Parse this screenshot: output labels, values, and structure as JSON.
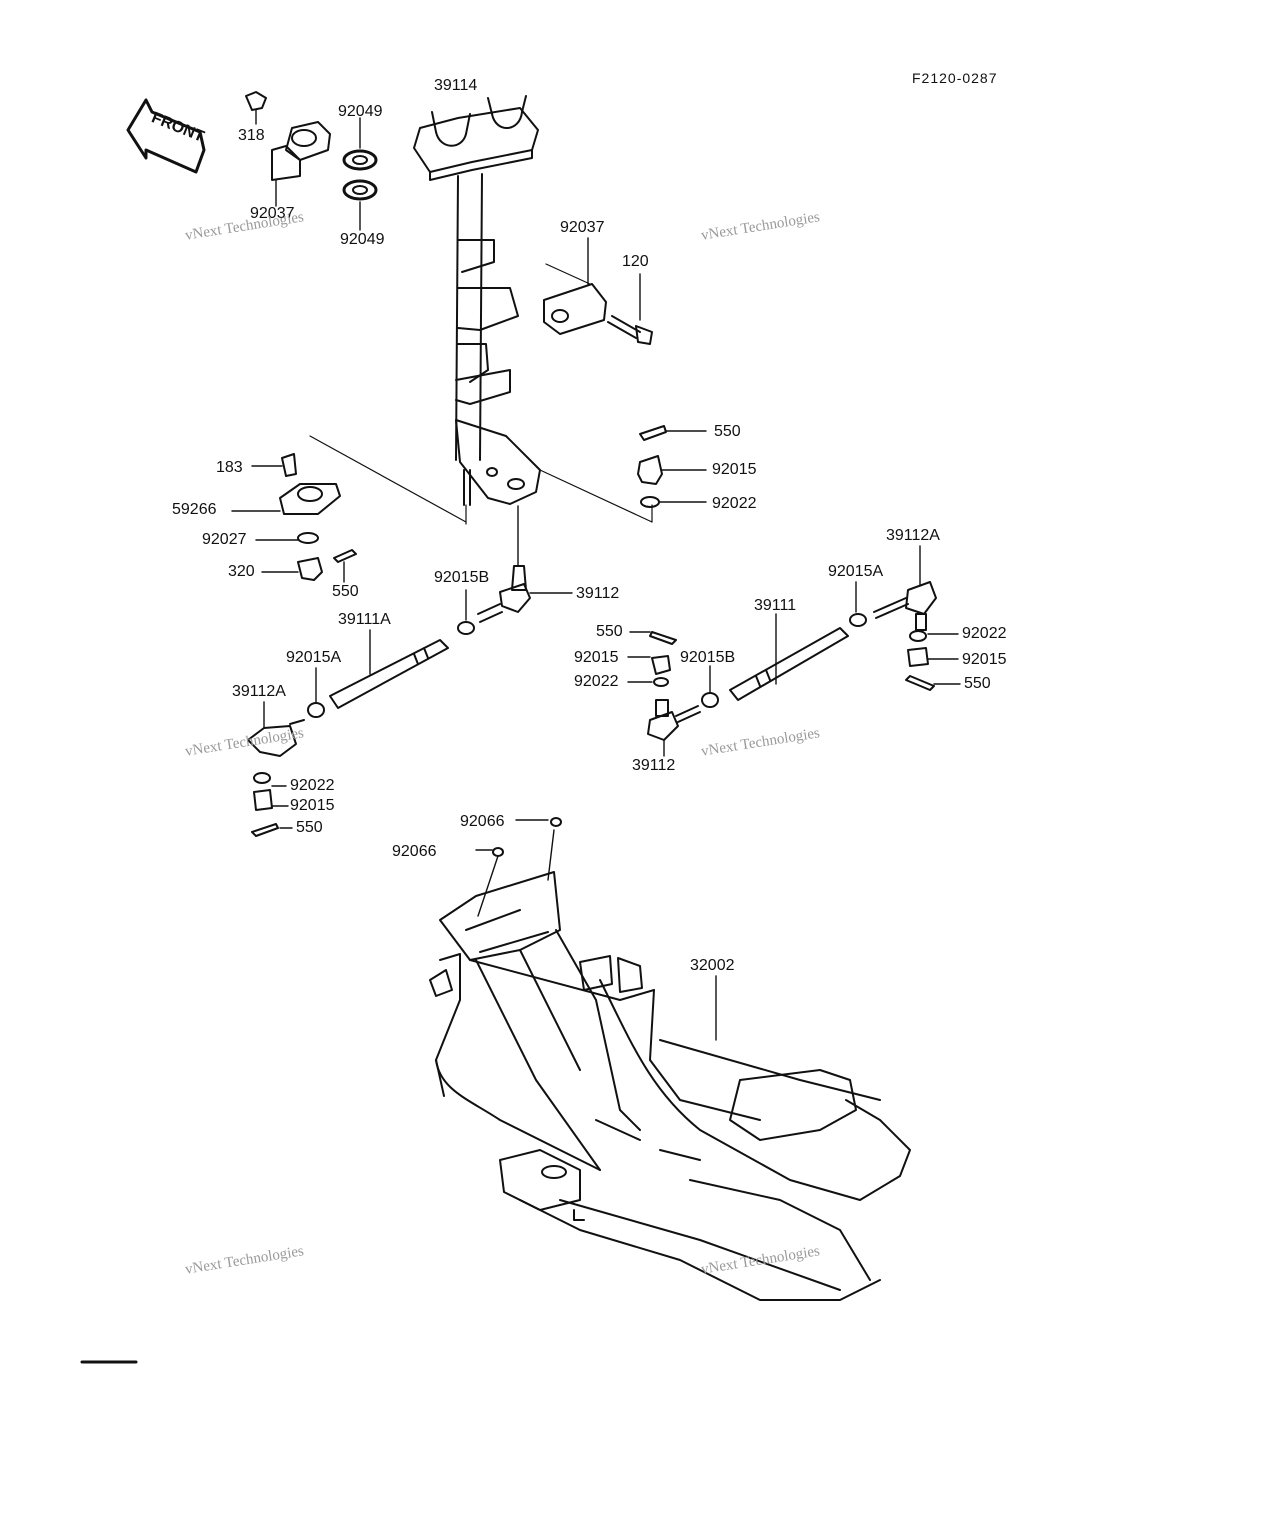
{
  "diagram": {
    "code": "F2120-0287",
    "front_label": "FRONT"
  },
  "watermark": {
    "line1": "vNext Technologies"
  },
  "labels": {
    "p39114": "39114",
    "p92049a": "92049",
    "p318": "318",
    "p92037a": "92037",
    "p92049b": "92049",
    "p92037b": "92037",
    "p120": "120",
    "p550a": "550",
    "p92015a": "92015",
    "p92022a": "92022",
    "p183": "183",
    "p59266": "59266",
    "p92027": "92027",
    "p320": "320",
    "p550b": "550",
    "p92015b_c": "92015B",
    "p39112a": "39112",
    "p39111a": "39111A",
    "p92015a_l": "92015A",
    "p39112a_l": "39112A",
    "p92022_l": "92022",
    "p92015_l": "92015",
    "p550_l": "550",
    "p39112a_r": "39112A",
    "p92015a_r": "92015A",
    "p39111": "39111",
    "p550_m": "550",
    "p92015_m": "92015",
    "p92015b_m": "92015B",
    "p92022_m": "92022",
    "p39112_m": "39112",
    "p92022_r": "92022",
    "p92015_r": "92015",
    "p550_r": "550",
    "p92066a": "92066",
    "p92066b": "92066",
    "p32002": "32002"
  }
}
